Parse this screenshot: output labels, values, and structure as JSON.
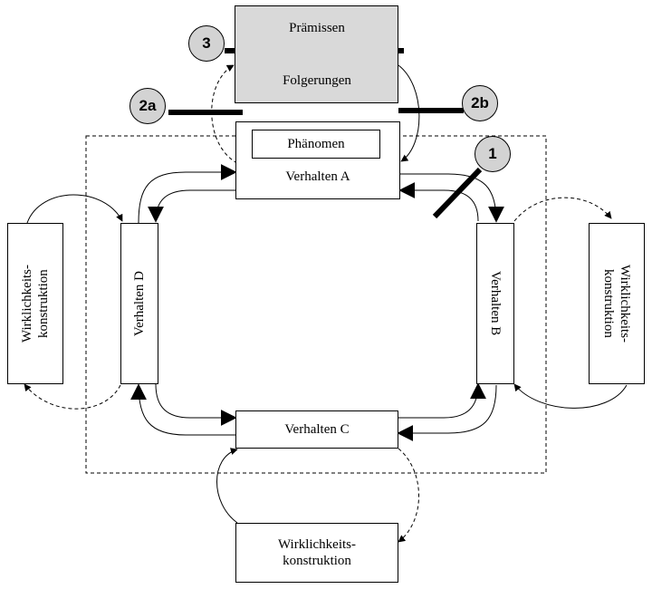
{
  "boxes": {
    "praemissen": "Prämissen",
    "folgerungen": "Folgerungen",
    "phaenomen": "Phänomen",
    "verhalten_a": "Verhalten A",
    "verhalten_b": "Verhalten B",
    "verhalten_c": "Verhalten C",
    "verhalten_d": "Verhalten D",
    "wk_left": "Wirklichkeits-\nkonstruktion",
    "wk_right": "Wirklichkeits-\nkonstruktion",
    "wk_bottom": "Wirklichkeits-\nkonstruktion"
  },
  "markers": {
    "m1": "1",
    "m2a": "2a",
    "m2b": "2b",
    "m3": "3"
  },
  "colors": {
    "premise_box_fill": "#d9d9d9",
    "marker_fill": "#d3d3d3",
    "line": "#000000"
  }
}
